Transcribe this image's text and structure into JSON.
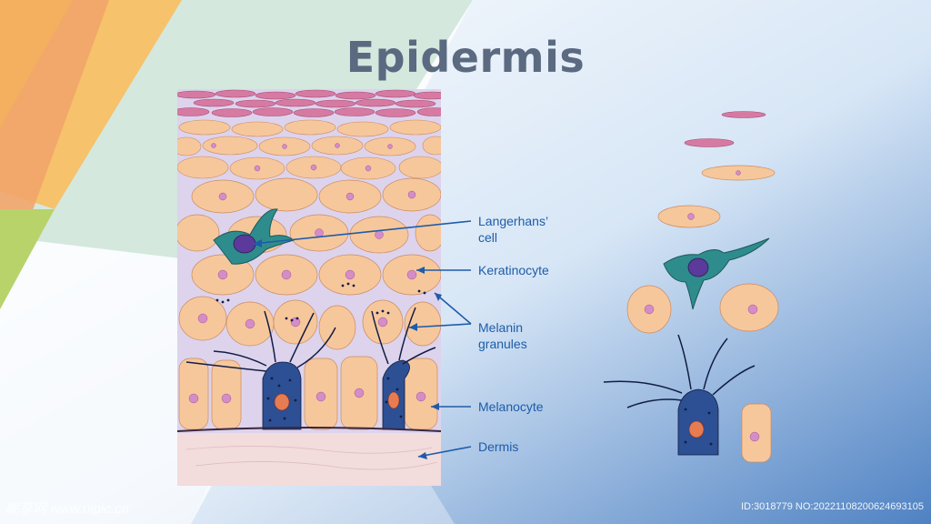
{
  "title": "Epidermis",
  "labels": {
    "langerhans": "Langerhans’ cell",
    "keratinocyte": "Keratinocyte",
    "melanin": "Melanin granules",
    "melanocyte": "Melanocyte",
    "dermis": "Dermis"
  },
  "watermark": {
    "site": "昵享网 www.nipic.cn",
    "id": "ID:3018779 NO:20221108200624693105"
  },
  "colors": {
    "title": "#5b6a80",
    "label": "#1e5ca8",
    "keratinocyte": "#f7c79c",
    "melanocyte": "#2d4f93",
    "langerhans": "#2f8c8c",
    "dermis": "#f3dcdc"
  }
}
